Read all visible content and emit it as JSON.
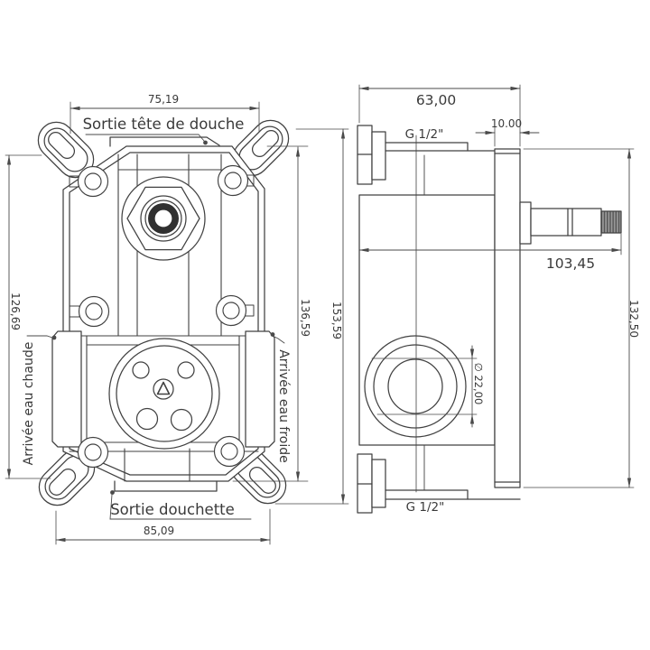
{
  "front": {
    "labels": {
      "top_outlet": "Sortie tête de douche",
      "bottom_outlet": "Sortie douchette",
      "hot_inlet": "Arrivée eau chaude",
      "cold_inlet": "Arrivée eau froide"
    },
    "dims": {
      "top_width": "75,19",
      "bottom_width": "85,09",
      "left_height": "126,69",
      "plate_height": "136,59",
      "overall_height": "153,59"
    }
  },
  "side": {
    "labels": {
      "top_thread": "G 1/2\"",
      "bottom_thread": "G 1/2\""
    },
    "dims": {
      "depth": "63,00",
      "plate_thickness": "10.00",
      "total_depth": "103,45",
      "overall_height": "132,50",
      "port_diameter": "∅ 22,00"
    }
  },
  "colors": {
    "line": "#414141",
    "dim_line": "#4a4a4a",
    "ring_dark": "#303030",
    "knurl_dark": "#565656",
    "knurl_light": "#9a9a9a"
  }
}
